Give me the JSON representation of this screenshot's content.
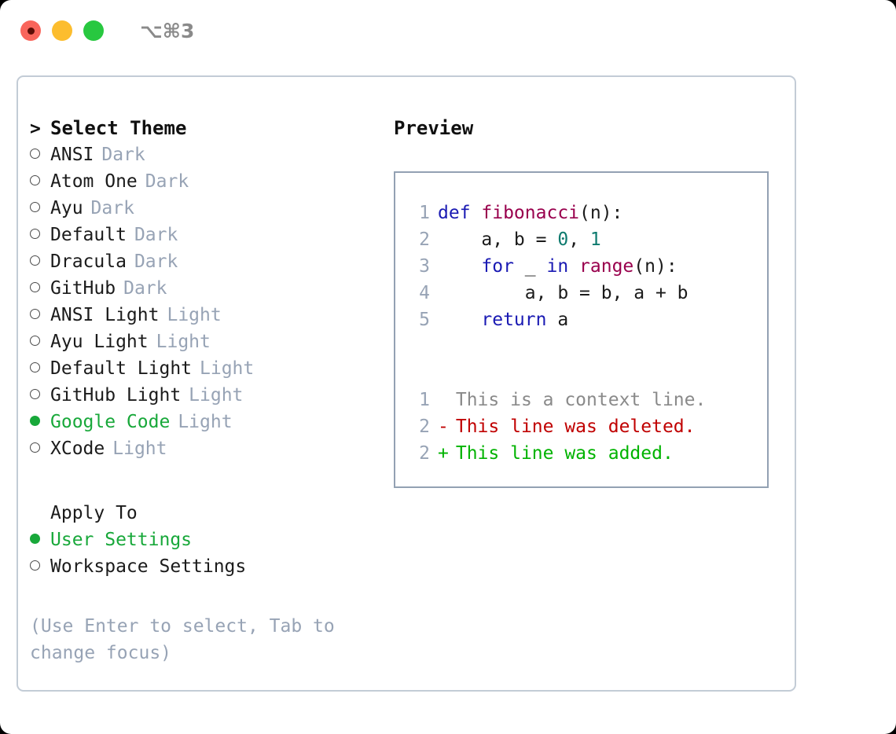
{
  "titlebar": {
    "shortcut": "⌥⌘3",
    "buttons": [
      {
        "name": "close",
        "color": "#f9655b"
      },
      {
        "name": "minimize",
        "color": "#fcbd2e"
      },
      {
        "name": "zoom",
        "color": "#28c840"
      }
    ]
  },
  "theme_list": {
    "header_marker": ">",
    "header": "Select Theme",
    "items": [
      {
        "marker": "○",
        "name": "ANSI",
        "variant": "Dark",
        "selected": false
      },
      {
        "marker": "○",
        "name": "Atom One",
        "variant": "Dark",
        "selected": false
      },
      {
        "marker": "○",
        "name": "Ayu",
        "variant": "Dark",
        "selected": false
      },
      {
        "marker": "○",
        "name": "Default",
        "variant": "Dark",
        "selected": false
      },
      {
        "marker": "○",
        "name": "Dracula",
        "variant": "Dark",
        "selected": false
      },
      {
        "marker": "○",
        "name": "GitHub",
        "variant": "Dark",
        "selected": false
      },
      {
        "marker": "○",
        "name": "ANSI Light",
        "variant": "Light",
        "selected": false
      },
      {
        "marker": "○",
        "name": "Ayu Light",
        "variant": "Light",
        "selected": false
      },
      {
        "marker": "○",
        "name": "Default Light",
        "variant": "Light",
        "selected": false
      },
      {
        "marker": "○",
        "name": "GitHub Light",
        "variant": "Light",
        "selected": false
      },
      {
        "marker": "●",
        "name": "Google Code",
        "variant": "Light",
        "selected": true
      },
      {
        "marker": "○",
        "name": "XCode",
        "variant": "Light",
        "selected": false
      }
    ]
  },
  "apply_to": {
    "title": "Apply To",
    "options": [
      {
        "marker": "●",
        "label": "User Settings",
        "selected": true
      },
      {
        "marker": "○",
        "label": "Workspace Settings",
        "selected": false
      }
    ]
  },
  "hint": "(Use Enter to select, Tab to change focus)",
  "preview": {
    "title": "Preview",
    "code_lines": [
      {
        "number": "1",
        "tokens": [
          {
            "text": "def ",
            "type": "kw"
          },
          {
            "text": "fibonacci",
            "type": "fn"
          },
          {
            "text": "(n):",
            "type": "plain"
          }
        ]
      },
      {
        "number": "2",
        "tokens": [
          {
            "text": "    a, b = ",
            "type": "plain"
          },
          {
            "text": "0",
            "type": "num"
          },
          {
            "text": ", ",
            "type": "plain"
          },
          {
            "text": "1",
            "type": "num"
          }
        ]
      },
      {
        "number": "3",
        "tokens": [
          {
            "text": "    ",
            "type": "plain"
          },
          {
            "text": "for",
            "type": "kw"
          },
          {
            "text": " _ ",
            "type": "plain"
          },
          {
            "text": "in",
            "type": "kw"
          },
          {
            "text": " ",
            "type": "plain"
          },
          {
            "text": "range",
            "type": "fn"
          },
          {
            "text": "(n):",
            "type": "plain"
          }
        ]
      },
      {
        "number": "4",
        "tokens": [
          {
            "text": "        a, b = b, a + b",
            "type": "plain"
          }
        ]
      },
      {
        "number": "5",
        "tokens": [
          {
            "text": "    ",
            "type": "plain"
          },
          {
            "text": "return",
            "type": "kw"
          },
          {
            "text": " a",
            "type": "plain"
          }
        ]
      }
    ],
    "diff_lines": [
      {
        "number": "1",
        "marker": " ",
        "text": "This is a context line.",
        "type": "context"
      },
      {
        "number": "2",
        "marker": "-",
        "text": "This line was deleted.",
        "type": "deleted"
      },
      {
        "number": "2",
        "marker": "+",
        "text": "This line was added.",
        "type": "added"
      }
    ]
  },
  "colors": {
    "accent_green": "#18a83a",
    "muted": "#97a3b5",
    "keyword": "#1a1ab3",
    "function": "#99004d",
    "number": "#0d7a6e",
    "diff_deleted": "#c00000",
    "diff_added": "#00b300",
    "panel_border": "#c3ccd6",
    "code_border": "#93a1b3"
  }
}
